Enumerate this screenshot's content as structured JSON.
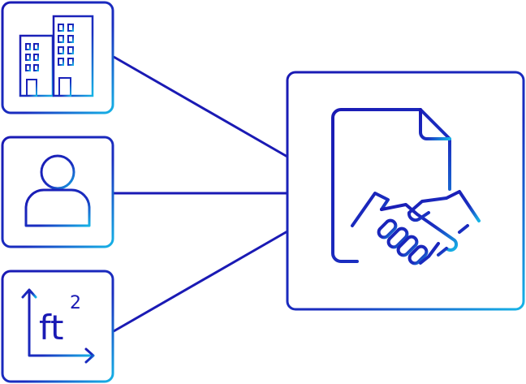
{
  "diagram": {
    "nodes": [
      {
        "id": "building",
        "icon": "office-building-icon"
      },
      {
        "id": "person",
        "icon": "user-icon"
      },
      {
        "id": "area",
        "icon": "square-feet-icon",
        "unit_label": "ft",
        "exponent_label": "2"
      },
      {
        "id": "agreement",
        "icon": "contract-handshake-icon"
      }
    ],
    "edges": [
      {
        "from": "building",
        "to": "agreement"
      },
      {
        "from": "person",
        "to": "agreement"
      },
      {
        "from": "area",
        "to": "agreement"
      }
    ],
    "colors": {
      "primary": "#1a1ab4",
      "accent": "#16b4e6"
    }
  }
}
